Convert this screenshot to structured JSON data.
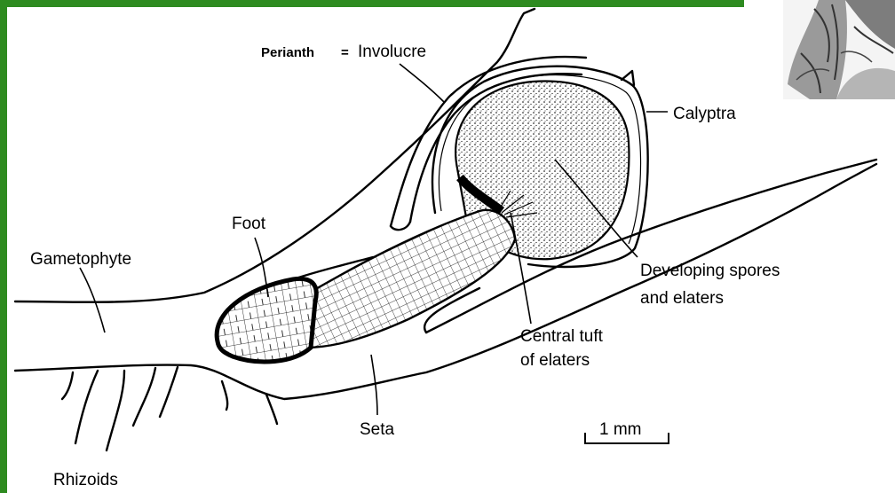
{
  "frame": {
    "accent_color": "#2e8b20"
  },
  "labels": {
    "perianth": "Perianth",
    "equals": "=",
    "involucre": "Involucre",
    "calyptra": "Calyptra",
    "foot": "Foot",
    "gametophyte": "Gametophyte",
    "developing_line1": "Developing spores",
    "developing_line2": "and elaters",
    "central_line1": "Central tuft",
    "central_line2": "of elaters",
    "seta": "Seta",
    "rhizoids": "Rhizoids",
    "scale": "1 mm"
  }
}
